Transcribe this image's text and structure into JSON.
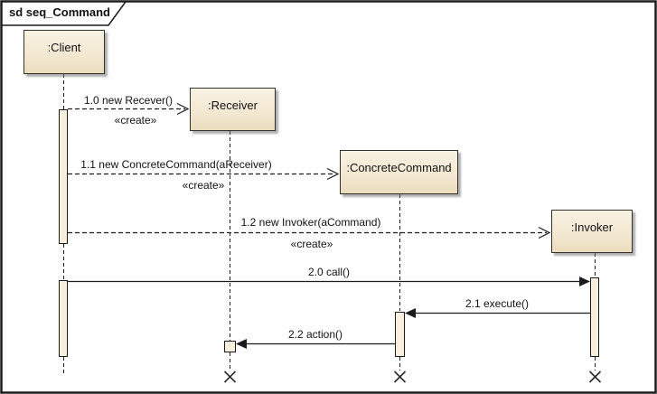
{
  "frame": {
    "title": "sd seq_Command"
  },
  "lifelines": [
    {
      "name": ":Client"
    },
    {
      "name": ":Receiver"
    },
    {
      "name": ":ConcreteCommand"
    },
    {
      "name": ":Invoker"
    }
  ],
  "messages": [
    {
      "label": "1.0 new Recever()",
      "stereotype": "«create»",
      "type": "create-message",
      "from": ":Client",
      "to": ":Receiver"
    },
    {
      "label": "1.1 new ConcreteCommand(aReceiver)",
      "stereotype": "«create»",
      "type": "create-message",
      "from": ":Client",
      "to": ":ConcreteCommand"
    },
    {
      "label": "1.2 new Invoker(aCommand)",
      "stereotype": "«create»",
      "type": "create-message",
      "from": ":Client",
      "to": ":Invoker"
    },
    {
      "label": "2.0 call()",
      "type": "call-message",
      "from": ":Client",
      "to": ":Invoker"
    },
    {
      "label": "2.1 execute()",
      "type": "call-message",
      "from": ":Invoker",
      "to": ":ConcreteCommand"
    },
    {
      "label": "2.2 action()",
      "type": "call-message",
      "from": ":ConcreteCommand",
      "to": ":Receiver"
    }
  ],
  "colors": {
    "object_fill_top": "#f8f2e3",
    "object_fill_bottom": "#ebdcbe",
    "activation_fill": "#f8efdc",
    "line": "#1c1c1c",
    "shadow": "#6e6e6e"
  }
}
